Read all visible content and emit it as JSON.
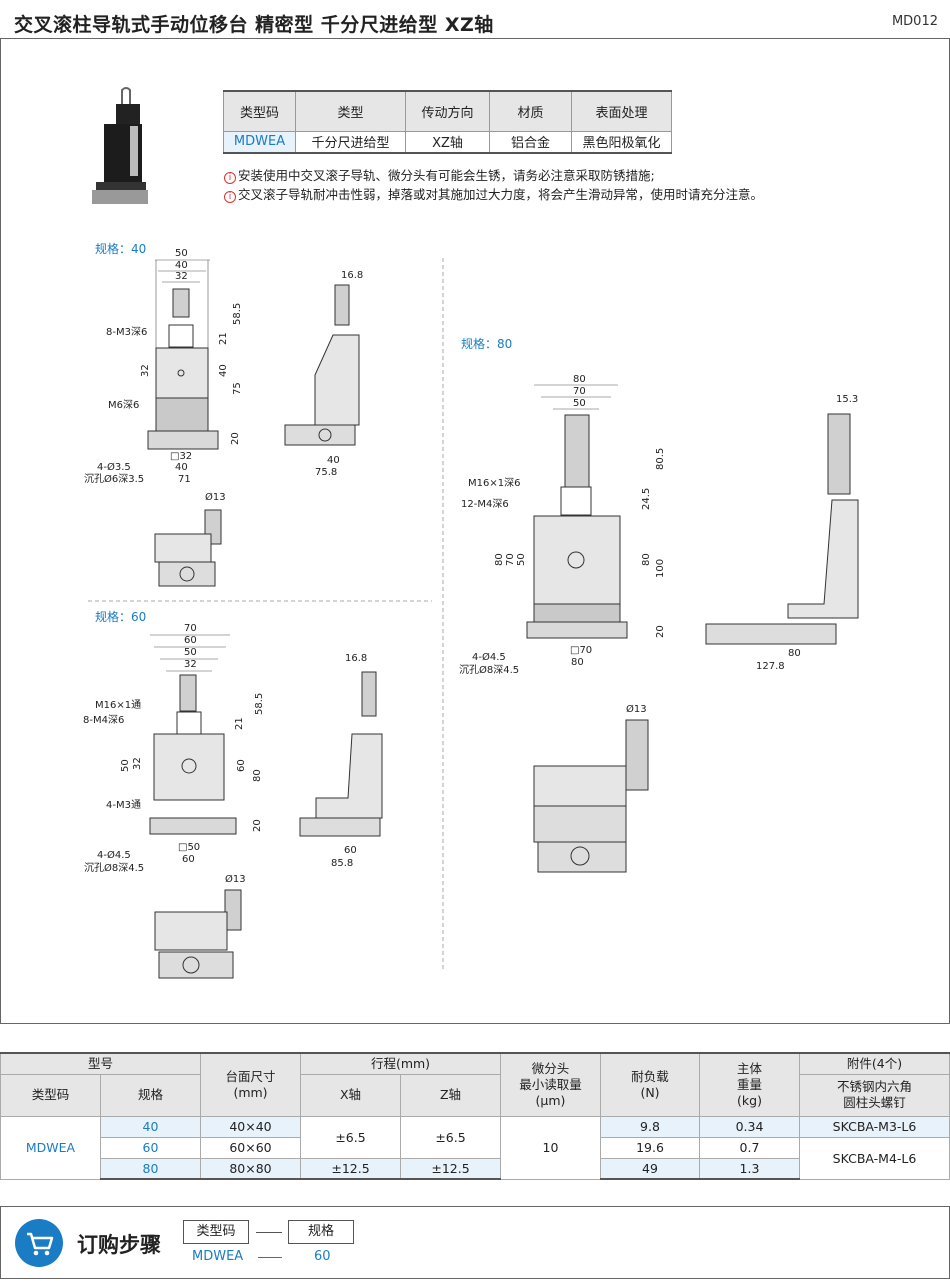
{
  "header": {
    "title": "交叉滚柱导轨式手动位移台  精密型  千分尺进给型  XZ轴",
    "code": "MD012"
  },
  "spec_table": {
    "headers": [
      "类型码",
      "类型",
      "传动方向",
      "材质",
      "表面处理"
    ],
    "row": [
      "MDWEA",
      "千分尺进给型",
      "XZ轴",
      "铝合金",
      "黑色阳极氧化"
    ]
  },
  "notes": [
    "安装使用中交叉滚子导轨、微分头有可能会生锈，请务必注意采取防锈措施;",
    "交叉滚子导轨耐冲击性弱，掉落或对其施加过大力度，将会产生滑动异常，使用时请充分注意。"
  ],
  "note_icon": "info-icon",
  "drawings": {
    "s40": {
      "label": "规格：40",
      "front": {
        "w50": "50",
        "w40": "40",
        "w32": "32",
        "h58": "58.5",
        "h21": "21",
        "h75": "75",
        "h40": "40",
        "h32": "32",
        "h20": "20",
        "hole": "8-M3深6",
        "m6": "M6深6",
        "b32": "□32",
        "b40": "40",
        "b71": "71",
        "mount1": "4-Ø3.5",
        "mount2": "沉孔Ø6深3.5"
      },
      "side": {
        "top": "16.8",
        "b40": "40",
        "b75": "75.8"
      },
      "top": {
        "dia": "Ø13"
      }
    },
    "s60": {
      "label": "规格：60",
      "front": {
        "w70": "70",
        "w60": "60",
        "w50": "50",
        "w32": "32",
        "h58": "58.5",
        "h21": "21",
        "h80": "80",
        "h60": "60",
        "h50": "50",
        "h32": "32",
        "h20": "20",
        "m16": "M16×1通",
        "hole": "8-M4深6",
        "m3": "4-M3通",
        "b50": "□50",
        "b60": "60",
        "mount1": "4-Ø4.5",
        "mount2": "沉孔Ø8深4.5"
      },
      "side": {
        "top": "16.8",
        "b60": "60",
        "b85": "85.8"
      },
      "top": {
        "dia": "Ø13"
      }
    },
    "s80": {
      "label": "规格：80",
      "front": {
        "w80": "80",
        "w70": "70",
        "w50": "50",
        "h80": "80.5",
        "h24": "24.5",
        "h100": "100",
        "hr80": "80",
        "h20": "20",
        "hl80": "80",
        "hl70": "70",
        "hl50": "50",
        "m16": "M16×1深6",
        "hole": "12-M4深6",
        "b70": "□70",
        "b80": "80",
        "mount1": "4-Ø4.5",
        "mount2": "沉孔Ø8深4.5"
      },
      "side": {
        "top": "15.3",
        "b80": "80",
        "b127": "127.8"
      },
      "top": {
        "dia": "Ø13"
      }
    }
  },
  "main_table": {
    "h_model": "型号",
    "h_type": "类型码",
    "h_spec": "规格",
    "h_table": "台面尺寸\n(mm)",
    "h_stroke": "行程(mm)",
    "h_x": "X轴",
    "h_z": "Z轴",
    "h_micro": "微分头\n最小读取量\n(μm)",
    "h_load": "耐负载\n(N)",
    "h_weight": "主体\n重量\n(kg)",
    "h_acc": "附件(4个)",
    "h_acc2": "不锈钢内六角\n圆柱头螺钉",
    "type_code": "MDWEA",
    "rows": [
      {
        "spec": "40",
        "table": "40×40",
        "load": "9.8",
        "weight": "0.34"
      },
      {
        "spec": "60",
        "table": "60×60",
        "load": "19.6",
        "weight": "0.7"
      },
      {
        "spec": "80",
        "table": "80×80",
        "load": "49",
        "weight": "1.3"
      }
    ],
    "stroke_small": "±6.5",
    "stroke_large": "±12.5",
    "micro": "10",
    "acc1": "SKCBA-M3-L6",
    "acc2": "SKCBA-M4-L6"
  },
  "order": {
    "title": "订购步骤",
    "box1": "类型码",
    "box2": "规格",
    "val1": "MDWEA",
    "val2": "60",
    "icon": "cart-icon"
  }
}
